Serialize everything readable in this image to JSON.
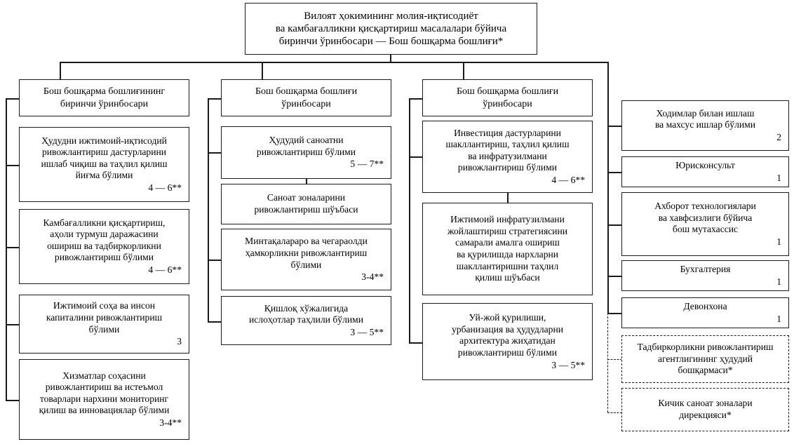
{
  "diagram": {
    "title_box": {
      "label": "Вилоят ҳокимининг молия-иқтисодиёт\nва камбағалликни қисқартириш масалалари бўйича\nбиринчи ўринбосари — Бош бошқарма бошлиғи*"
    },
    "columns": [
      {
        "id": "column-1",
        "head": {
          "label": "Бош бошқарма бошлиғининг\nбиринчи ўринбосари",
          "count": ""
        },
        "items": [
          {
            "label": "Ҳудудни ижтимоий-иқтисодий\nривожлантириш дастурларини\nишлаб чиқиш ва таҳлил қилиш\nйиғма бўлими",
            "count": "4 — 6**"
          },
          {
            "label": "Камбағалликни қисқартириш,\nаҳоли турмуш даражасини\nошириш ва тадбиркорликни\nривожлантириш бўлими",
            "count": "4 — 6**"
          },
          {
            "label": "Ижтимоий соҳа ва инсон\nкапиталини ривожлантириш\nбўлими",
            "count": "3"
          },
          {
            "label": "Хизматлар соҳасини\nривожлантириш ва истеъмол\nтоварлари нархини мониторинг\nқилиш ва инновациялар бўлими",
            "count": "3-4**"
          }
        ]
      },
      {
        "id": "column-2",
        "head": {
          "label": "Бош бошқарма бошлиғи\nўринбосари",
          "count": ""
        },
        "items": [
          {
            "label": "Ҳудудий саноатни\nривожлантириш бўлими",
            "count": "5 — 7**"
          },
          {
            "label": "Саноат зоналарини\nривожлантириш шўъбаси",
            "count": ""
          },
          {
            "label": "Минтақалараро ва чегараолди\nҳамкорликни ривожлантириш\nбўлими",
            "count": "3-4**"
          },
          {
            "label": "Қишлоқ хўжалигида\nислоҳотлар таҳлили бўлими",
            "count": "3 — 5**"
          }
        ]
      },
      {
        "id": "column-3",
        "head": {
          "label": "Бош бошқарма бошлиғи\nўринбосари",
          "count": ""
        },
        "items": [
          {
            "label": "Инвестиция дастурларини\nшакллантириш, таҳлил қилиш\nва инфратузилмани\nривожлантириш бўлими",
            "count": "4 — 6**"
          },
          {
            "label": "Ижтимоий инфратузилмани\nжойлаштириш стратегиясини\nсамарали амалга ошириш\nва қурилишда нархларни\nшакллантиришни таҳлил\nқилиш шўъбаси",
            "count": ""
          },
          {
            "label": "Уй-жой қурилиши,\nурбанизация ва ҳудудларни\nархитектура жиҳатидан\nривожлантириш бўлими",
            "count": "3 — 5**"
          }
        ]
      },
      {
        "id": "column-4",
        "head": null,
        "items": [
          {
            "label": "Ходимлар билан ишлаш\nва махсус ишлар бўлими",
            "count": "2",
            "dashed": false
          },
          {
            "label": "Юрисконсульт",
            "count": "1",
            "dashed": false
          },
          {
            "label": "Ахборот технологиялари\nва хавфсизлиги бўйича\nбош мутахассис",
            "count": "1",
            "dashed": false
          },
          {
            "label": "Бухгалтерия",
            "count": "1",
            "dashed": false
          },
          {
            "label": "Девонхона",
            "count": "1",
            "dashed": false
          },
          {
            "label": "Тадбиркорликни ривожлантириш\nагентлигининг ҳудудий\nбошқармаси*",
            "count": "",
            "dashed": true
          },
          {
            "label": "Кичик саноат зоналари\nдирекцияси*",
            "count": "",
            "dashed": true
          }
        ]
      }
    ],
    "colors": {
      "line": "#1a1a1a",
      "background": "#ffffff",
      "text": "#000000"
    }
  }
}
